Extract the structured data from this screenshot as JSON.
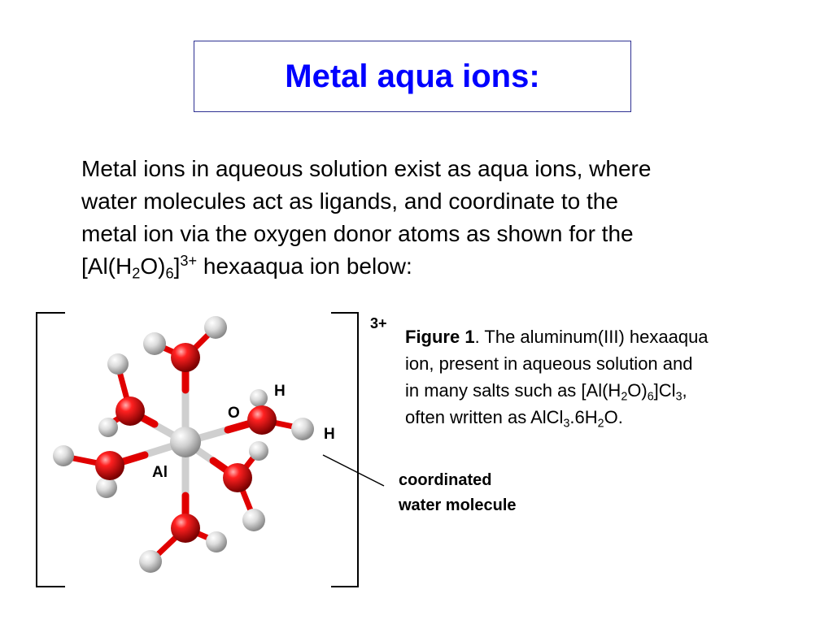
{
  "title": "Metal aqua ions:",
  "body": {
    "text_line1": "Metal ions in aqueous solution exist as aqua ions, where",
    "text_line2": "water molecules act as ligands, and coordinate to the",
    "text_line3": "metal ion via the oxygen donor atoms as shown for the",
    "formula_open": "[Al(H",
    "sub_2": "2",
    "formula_mid": "O)",
    "sub_6": "6",
    "formula_close": "]",
    "charge": "3+",
    "text_end": " hexaaqua ion below:"
  },
  "caption": {
    "label": "Figure 1",
    "text1": ". The aluminum(III) hexaaqua",
    "text2": "ion, present in aqueous solution and",
    "text3a": " in many salts such as [Al(H",
    "sub_a": "2",
    "text3b": "O)",
    "sub_b": "6",
    "text3c": "]Cl",
    "sub_c": "3",
    "text3d": ",",
    "text4a": "often written as AlCl",
    "sub_d": "3",
    "text4b": ".6H",
    "sub_e": "2",
    "text4c": "O."
  },
  "diagram": {
    "charge": "3+",
    "label_h1": "H",
    "label_o": "O",
    "label_h2": "H",
    "label_al": "Al",
    "callout_line1": "coordinated",
    "callout_line2": "water molecule",
    "colors": {
      "oxygen": "#e00000",
      "hydrogen": "#d8d8d8",
      "aluminum": "#cccccc"
    }
  }
}
